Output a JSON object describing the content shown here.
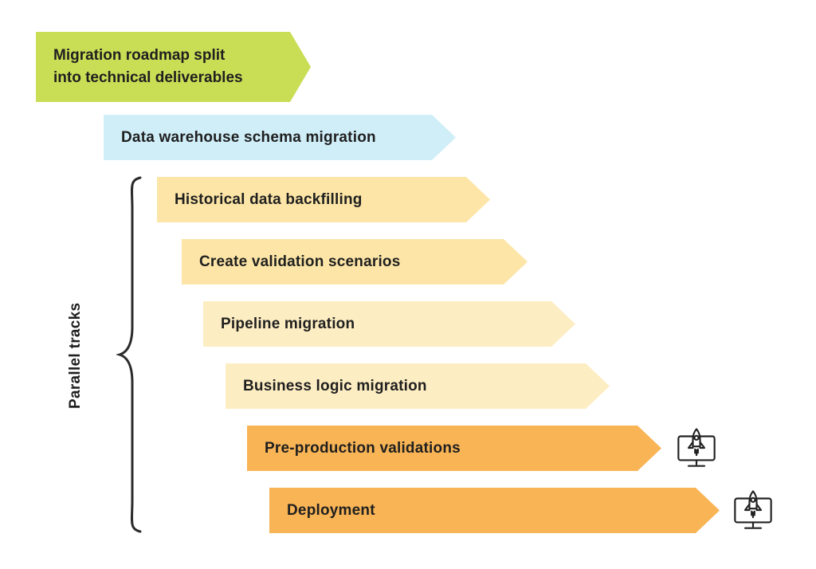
{
  "header": {
    "line1": "Migration roadmap split",
    "line2": "into technical deliverables",
    "color": "#c9dd55"
  },
  "side_label": "Parallel tracks",
  "tracks": [
    {
      "label": "Data warehouse schema migration",
      "color": "#cfeef8"
    },
    {
      "label": "Historical data backfilling",
      "color": "#fce5a6"
    },
    {
      "label": "Create validation scenarios",
      "color": "#fce5a6"
    },
    {
      "label": "Pipeline migration",
      "color": "#fdedc2"
    },
    {
      "label": "Business logic migration",
      "color": "#fdedc2"
    },
    {
      "label": "Pre-production validations",
      "color": "#f8b455",
      "icon": "rocket-launch-monitor-icon"
    },
    {
      "label": "Deployment",
      "color": "#f8b455",
      "icon": "rocket-launch-monitor-icon"
    }
  ],
  "colors": {
    "text": "#1f1f1f",
    "line": "#2b2b2b"
  }
}
